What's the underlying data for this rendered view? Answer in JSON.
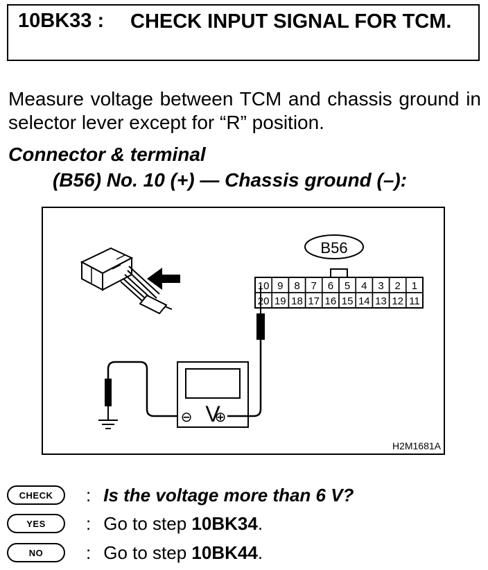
{
  "header": {
    "step_id": "10BK33 :",
    "title": "CHECK INPUT SIGNAL FOR TCM."
  },
  "instruction": "Measure voltage between TCM and chassis ground in selector lever except for “R” position.",
  "connector": {
    "label": "Connector & terminal",
    "detail": "(B56) No. 10 (+) — Chassis ground (–):"
  },
  "diagram": {
    "connector_name": "B56",
    "top_row_pins": [
      "10",
      "9",
      "8",
      "7",
      "6",
      "5",
      "4",
      "3",
      "2",
      "1"
    ],
    "bottom_row_pins": [
      "20",
      "19",
      "18",
      "17",
      "16",
      "15",
      "14",
      "13",
      "12",
      "11"
    ],
    "meter_symbol": "V",
    "negative_symbol": "⊖",
    "positive_symbol": "⊕",
    "code": "H2M1681A"
  },
  "qa": {
    "check": {
      "badge": "CHECK",
      "colon": ":",
      "text": "Is the voltage more than 6 V?"
    },
    "yes": {
      "badge": "YES",
      "colon": ":",
      "prefix": "Go to step ",
      "step": "10BK34",
      "suffix": "."
    },
    "no": {
      "badge": "NO",
      "colon": ":",
      "prefix": "Go to step ",
      "step": "10BK44",
      "suffix": "."
    }
  }
}
